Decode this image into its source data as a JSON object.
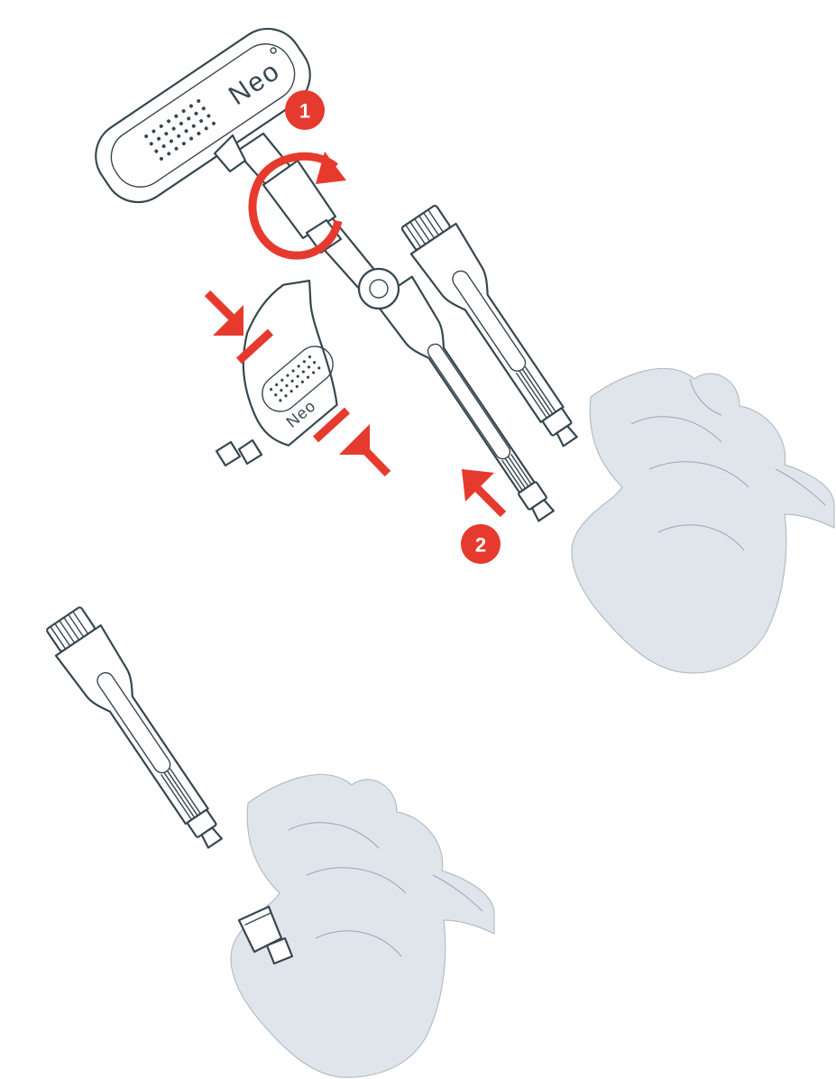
{
  "labels": {
    "brand_large": "Neo",
    "brand_small": "Neo",
    "step_1": "1",
    "step_2": "2"
  },
  "colors": {
    "accent": "#e63a2e",
    "outline": "#37474f",
    "bone_fill": "#dfe5ea"
  },
  "icons": {
    "rotate": "rotate-arrow-icon",
    "squeeze": "squeeze-arrows-icon",
    "push": "push-arrow-icon"
  }
}
